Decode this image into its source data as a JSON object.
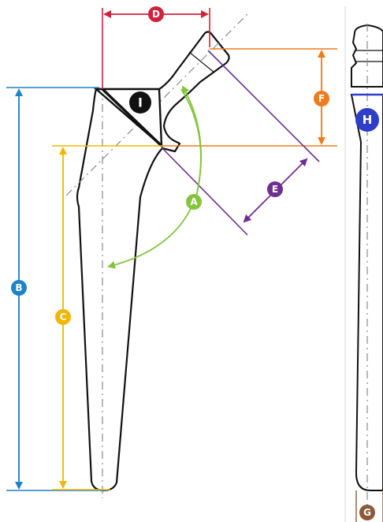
{
  "colors": {
    "outline": "#111111",
    "centerline": "#8a8a8a",
    "A": "#86c440",
    "B": "#1d82c6",
    "C": "#f2b705",
    "D": "#d0223a",
    "E": "#6e2f8e",
    "F": "#ef7c1a",
    "G": "#8a5a3a",
    "H": "#2e3ec9",
    "I": "#111111"
  },
  "markers": {
    "A": "A",
    "B": "B",
    "C": "C",
    "D": "D",
    "E": "E",
    "F": "F",
    "G": "G",
    "H": "H",
    "I": "I"
  }
}
